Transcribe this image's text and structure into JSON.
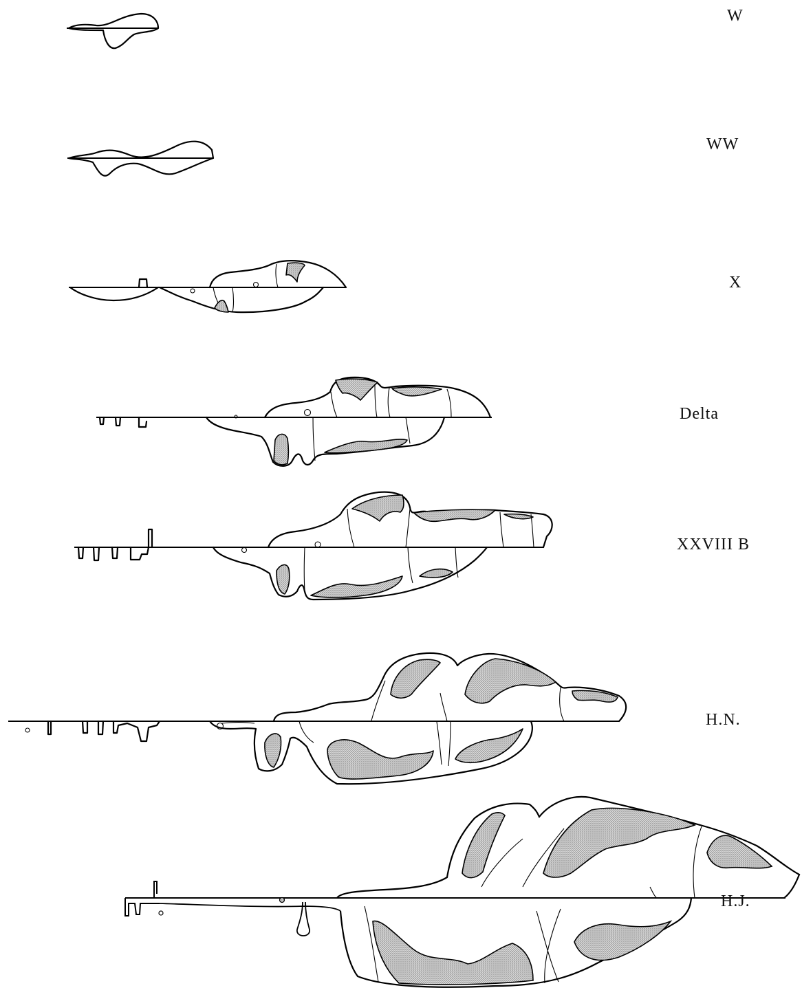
{
  "labels": {
    "w": "W",
    "ww": "WW",
    "x": "X",
    "delta": "Delta",
    "xxviii_b": "XXVIII B",
    "hn": "H.N.",
    "hj": "H.J."
  },
  "colors": {
    "ink": "#000000",
    "shading": "#9a9a9a",
    "paper": "#ffffff"
  }
}
